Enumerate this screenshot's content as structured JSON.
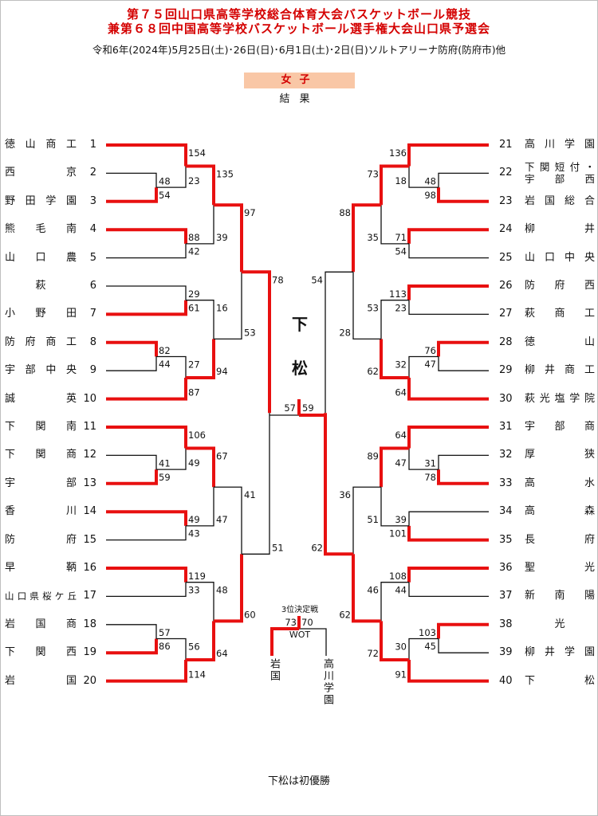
{
  "header": {
    "title1": "第７５回山口県高等学校総合体育大会バスケットボール競技",
    "title2": "兼第６８回中国高等学校バスケットボール選手権大会山口県予選会",
    "dates": "令和6年(2024年)5月25日(土)･26日(日)･6月1日(土)･2日(日)ソルトアリーナ防府(防府市)他",
    "division": "女子",
    "results_label": "結果"
  },
  "left_teams": [
    {
      "seed": "1",
      "name": "徳山商工"
    },
    {
      "seed": "2",
      "name": "西京"
    },
    {
      "seed": "3",
      "name": "野田学園"
    },
    {
      "seed": "4",
      "name": "熊毛南"
    },
    {
      "seed": "5",
      "name": "山口農"
    },
    {
      "seed": "6",
      "name": "萩"
    },
    {
      "seed": "7",
      "name": "小野田"
    },
    {
      "seed": "8",
      "name": "防府商工"
    },
    {
      "seed": "9",
      "name": "宇部中央"
    },
    {
      "seed": "10",
      "name": "誠英"
    },
    {
      "seed": "11",
      "name": "下関南"
    },
    {
      "seed": "12",
      "name": "下関商"
    },
    {
      "seed": "13",
      "name": "宇部"
    },
    {
      "seed": "14",
      "name": "香川"
    },
    {
      "seed": "15",
      "name": "防府"
    },
    {
      "seed": "16",
      "name": "早鞆"
    },
    {
      "seed": "17",
      "name": "山口県桜ケ丘"
    },
    {
      "seed": "18",
      "name": "岩国商"
    },
    {
      "seed": "19",
      "name": "下関西"
    },
    {
      "seed": "20",
      "name": "岩国"
    }
  ],
  "right_teams": [
    {
      "seed": "21",
      "name": "高川学園"
    },
    {
      "seed": "22",
      "name": "下関短付・宇部西",
      "line1": "下関短付・",
      "line2": "宇部西"
    },
    {
      "seed": "23",
      "name": "岩国総合"
    },
    {
      "seed": "24",
      "name": "柳井"
    },
    {
      "seed": "25",
      "name": "山口中央"
    },
    {
      "seed": "26",
      "name": "防府西"
    },
    {
      "seed": "27",
      "name": "萩商工"
    },
    {
      "seed": "28",
      "name": "徳山"
    },
    {
      "seed": "29",
      "name": "柳井商工"
    },
    {
      "seed": "30",
      "name": "萩光塩学院"
    },
    {
      "seed": "31",
      "name": "宇部商"
    },
    {
      "seed": "32",
      "name": "厚狭"
    },
    {
      "seed": "33",
      "name": "高水"
    },
    {
      "seed": "34",
      "name": "高森"
    },
    {
      "seed": "35",
      "name": "長府"
    },
    {
      "seed": "36",
      "name": "聖光"
    },
    {
      "seed": "37",
      "name": "新南陽"
    },
    {
      "seed": "38",
      "name": "光"
    },
    {
      "seed": "39",
      "name": "柳井学園"
    },
    {
      "seed": "40",
      "name": "下松"
    }
  ],
  "champion": {
    "char1": "下",
    "char2": "松"
  },
  "final": {
    "left_score": "57",
    "right_score": "59"
  },
  "matches_left": [
    {
      "id": "L1-1",
      "top": "154",
      "bottom": "23"
    },
    {
      "id": "L0-1",
      "top": "48",
      "bottom": "54"
    },
    {
      "id": "L1-2",
      "top": "88",
      "bottom": "42"
    },
    {
      "id": "L2-1",
      "top": "135",
      "bottom": "39"
    },
    {
      "id": "L1-3",
      "top": "29",
      "bottom": "61"
    },
    {
      "id": "L0-2",
      "top": "82",
      "bottom": "44"
    },
    {
      "id": "L1-4",
      "top": "27",
      "bottom": "87"
    },
    {
      "id": "L2-2",
      "top": "16",
      "bottom": "94"
    },
    {
      "id": "L3-1",
      "top": "97",
      "bottom": "53"
    },
    {
      "id": "L1-5",
      "top": "106",
      "bottom": "49"
    },
    {
      "id": "L0-3",
      "top": "41",
      "bottom": "59"
    },
    {
      "id": "L1-6",
      "top": "49",
      "bottom": "43"
    },
    {
      "id": "L2-3",
      "top": "67",
      "bottom": "47"
    },
    {
      "id": "L1-7",
      "top": "119",
      "bottom": "33"
    },
    {
      "id": "L0-4",
      "top": "57",
      "bottom": "86"
    },
    {
      "id": "L1-8",
      "top": "56",
      "bottom": "114"
    },
    {
      "id": "L2-4",
      "top": "48",
      "bottom": "64"
    },
    {
      "id": "L3-2",
      "top": "41",
      "bottom": "60"
    },
    {
      "id": "L4",
      "top": "78",
      "bottom": "51"
    }
  ],
  "matches_right": [
    {
      "id": "R1-1",
      "top": "136",
      "bottom": "18"
    },
    {
      "id": "R0-1",
      "top": "48",
      "bottom": "98"
    },
    {
      "id": "R1-2",
      "top": "71",
      "bottom": "54"
    },
    {
      "id": "R2-1",
      "top": "73",
      "bottom": "35"
    },
    {
      "id": "R1-3",
      "top": "113",
      "bottom": "23"
    },
    {
      "id": "R0-2",
      "top": "76",
      "bottom": "47"
    },
    {
      "id": "R1-4",
      "top": "32",
      "bottom": "64"
    },
    {
      "id": "R2-2",
      "top": "53",
      "bottom": "62"
    },
    {
      "id": "R3-1",
      "top": "88",
      "bottom": "28"
    },
    {
      "id": "R1-5",
      "top": "64",
      "bottom": "47"
    },
    {
      "id": "R0-3",
      "top": "31",
      "bottom": "78"
    },
    {
      "id": "R1-6",
      "top": "39",
      "bottom": "101"
    },
    {
      "id": "R2-3",
      "top": "89",
      "bottom": "51"
    },
    {
      "id": "R1-7",
      "top": "108",
      "bottom": "44"
    },
    {
      "id": "R0-4",
      "top": "103",
      "bottom": "45"
    },
    {
      "id": "R1-8",
      "top": "30",
      "bottom": "91"
    },
    {
      "id": "R2-4",
      "top": "46",
      "bottom": "72"
    },
    {
      "id": "R3-2",
      "top": "36",
      "bottom": "62"
    },
    {
      "id": "R4",
      "top": "54",
      "bottom": "62"
    }
  ],
  "third_place": {
    "label": "3位決定戦",
    "left_score": "73",
    "right_score": "70",
    "note": "WOT",
    "left_team": "岩国",
    "right_team": "高川学園"
  },
  "footer": {
    "note": "下松は初優勝"
  },
  "colors": {
    "winner_line": "#e81010",
    "loser_line": "#111111",
    "title": "#d40000",
    "badge_bg": "#f9c7a6"
  }
}
